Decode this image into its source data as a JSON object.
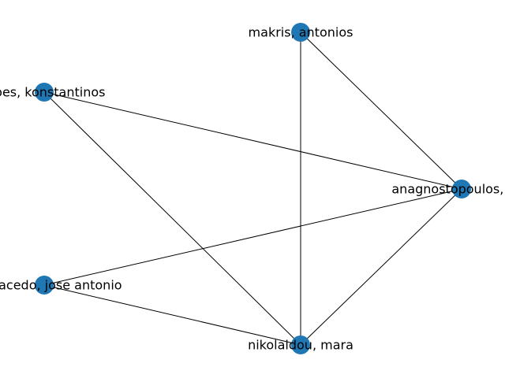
{
  "graph": {
    "node_color": "#1f77b4",
    "edge_color": "#000000",
    "nodes": [
      {
        "id": "makris",
        "label": "makris, antonios"
      },
      {
        "id": "lopes",
        "label": "lopes, konstantinos"
      },
      {
        "id": "anagnostopoulos",
        "label": "anagnostopoulos, dim"
      },
      {
        "id": "macedo",
        "label": "de macedo, jose antonio"
      },
      {
        "id": "nikolaidou",
        "label": "nikolaidou, mara"
      }
    ],
    "edges": [
      [
        "makris",
        "anagnostopoulos"
      ],
      [
        "makris",
        "nikolaidou"
      ],
      [
        "lopes",
        "anagnostopoulos"
      ],
      [
        "lopes",
        "nikolaidou"
      ],
      [
        "anagnostopoulos",
        "macedo"
      ],
      [
        "anagnostopoulos",
        "nikolaidou"
      ],
      [
        "macedo",
        "nikolaidou"
      ]
    ]
  }
}
